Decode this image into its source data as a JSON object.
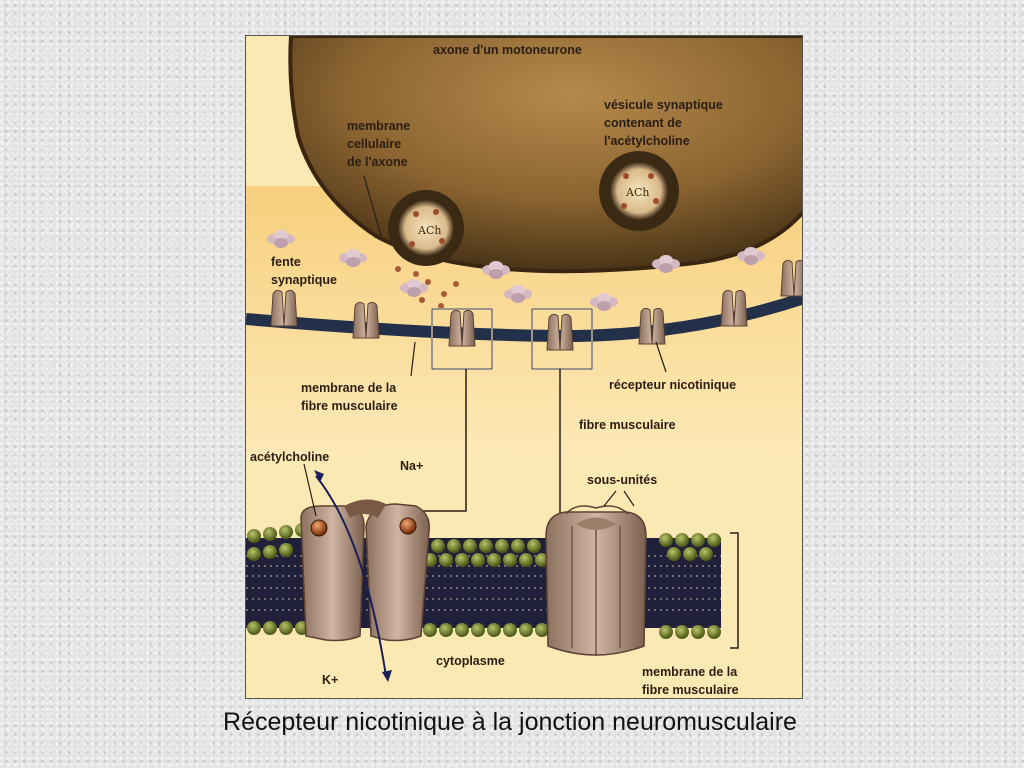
{
  "figure": {
    "labels": {
      "axon": "axone d'un motoneurone",
      "axon_membrane": [
        "membrane",
        "cellulaire",
        "de l'axone"
      ],
      "vesicle": [
        "vésicule synaptique",
        "contenant de",
        "l'acétylcholine"
      ],
      "cleft": [
        "fente",
        "synaptique"
      ],
      "muscle_membrane_top": [
        "membrane de la",
        "fibre musculaire"
      ],
      "nicotinic_receptor": "récepteur nicotinique",
      "muscle_fiber": "fibre musculaire",
      "acetylcholine": "acétylcholine",
      "sodium": "Na+",
      "potassium": "K+",
      "subunits": "sous-unités",
      "cytoplasm": "cytoplasme",
      "muscle_membrane_bottom": [
        "membrane de la",
        "fibre musculaire"
      ],
      "ach_vesicle_left": "ACh",
      "ach_vesicle_right": "ACh"
    },
    "colors": {
      "background": "#fbe9b3",
      "axon": "#8a6330",
      "membrane": "#23304a",
      "receptor": "#b89a86",
      "lipid_head": "#6d7a2a"
    }
  },
  "caption": "Récepteur nicotinique à la jonction neuromusculaire"
}
